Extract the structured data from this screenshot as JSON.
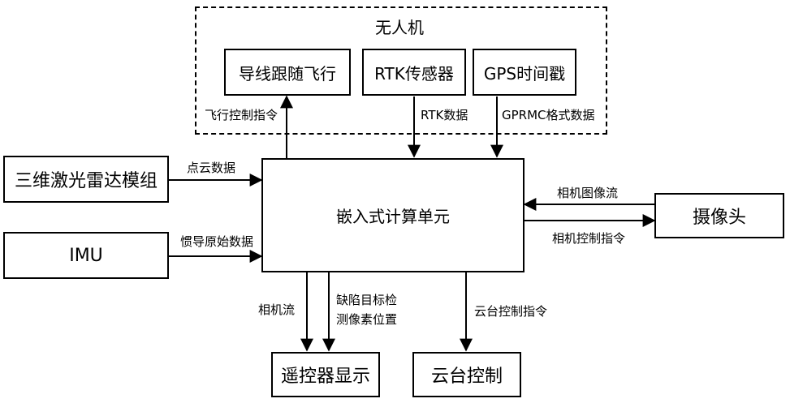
{
  "uav_group": {
    "title": "无人机"
  },
  "boxes": {
    "wire_following_flight": "导线跟随飞行",
    "rtk_sensor": "RTK传感器",
    "gps_timestamp": "GPS时间戳",
    "lidar_module": "三维激光雷达模组",
    "imu": "IMU",
    "embedded_unit": "嵌入式计算单元",
    "camera": "摄像头",
    "remote_display": "遥控器显示",
    "gimbal_control": "云台控制"
  },
  "edges": {
    "flight_control_cmd": "飞行控制指令",
    "rtk_data": "RTK数据",
    "gprmc_data": "GPRMC格式数据",
    "point_cloud": "点云数据",
    "imu_raw": "惯导原始数据",
    "camera_image_stream": "相机图像流",
    "camera_control_cmd": "相机控制指令",
    "camera_stream": "相机流",
    "defect_line1": "缺陷目标检",
    "defect_line2": "测像素位置",
    "gimbal_control_cmd": "云台控制指令"
  }
}
